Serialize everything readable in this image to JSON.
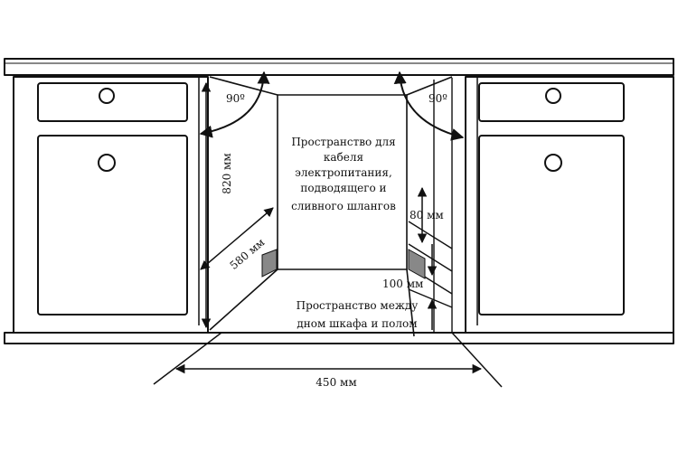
{
  "labels": {
    "angle_left": "90º",
    "angle_right": "90º",
    "height": "820 мм",
    "depth": "580 мм",
    "width": "450 мм",
    "gap_top": "80 мм",
    "gap_bottom": "100 мм",
    "space_cables": [
      "Пространство для",
      "кабеля",
      "электропитания,",
      "подводящего и",
      "сливного шлангов"
    ],
    "space_floor": [
      "Пространство между",
      "дном шкафа и полом"
    ]
  }
}
